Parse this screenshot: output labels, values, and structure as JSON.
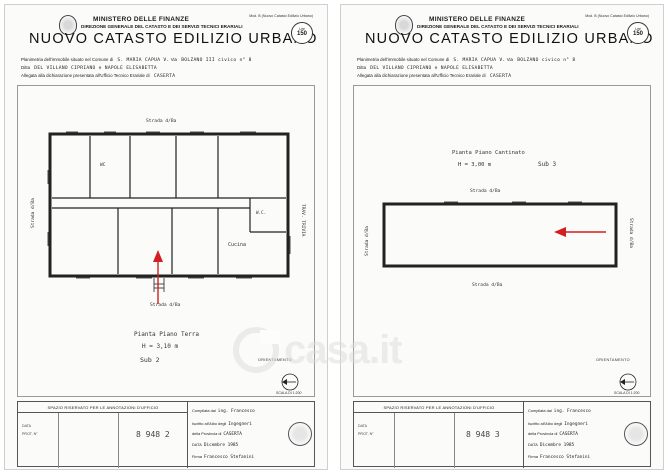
{
  "header": {
    "ministry": "MINISTERO DELLE FINANZE",
    "direction": "DIREZIONE GENERALE DEL CATASTO E DEI SERVIZI TECNICI ERARIALI",
    "title": "NUOVO CATASTO EDILIZIO URBANO",
    "model": "Mod. B (Nuovo Catasto Edilizio Urbano)",
    "price_label": "Lire",
    "price_value": "150"
  },
  "left_sheet": {
    "planimetria_label": "Planimetria dell'immobile situato nel Comune di",
    "comune": "S. MARIA CAPUA V.",
    "via_label": "Via",
    "via": "BOLZANO III civico n° 8",
    "ditta_label": "Ditta",
    "ditta": "DEL VILLANO CIPRIANO e NAPOLE ELISABETTA",
    "allegata_label": "Allegata alla dichiarazione presentata all'Ufficio Tecnico Erariale di",
    "ufficio": "CASERTA",
    "floor_title": "Pianta Piano Terra",
    "floor_height": "H = 3,10 m",
    "sub": "Sub 2",
    "labels": {
      "strada_top": "Strada d/Ba",
      "strada_left": "Strada d/Ba",
      "strada_bottom": "Strada d/Ba",
      "strada_right": "TRAV. TRIVIA",
      "wc_1": "WC",
      "wc_2": "W.C.",
      "cucina": "Cucina"
    }
  },
  "right_sheet": {
    "comune": "S. MARIA CAPUA V.",
    "via": "BOLZANO civico n° 8",
    "ditta": "DEL VILLANO CIPRIANO e NAPOLE ELISABETTA",
    "ufficio": "CASERTA",
    "floor_title": "Pianta Piano Cantinato",
    "floor_height": "H = 3,00 m",
    "sub": "Sub 3",
    "labels": {
      "strada_top": "Strada d/Ba",
      "strada_left": "Strada d/Ba",
      "strada_bottom": "Strada d/Ba",
      "strada_right": "Strada d/Ba"
    }
  },
  "common": {
    "orientamento": "ORIENTAMENTO",
    "scala": "SCALA DI 1:200",
    "spazio_riservato": "SPAZIO RISERVATO PER LE ANNOTAZIONI D'UFFICIO",
    "data_label": "DATA",
    "prot_label": "PROT. N°",
    "compilata_label": "Compilata dal",
    "compilata_by": "ing. Francesco",
    "iscritto_label": "Iscritto all'Albo degli",
    "iscritto_role": "Ingegneri",
    "provincia_label": "della Provincia di",
    "provincia": "CASERTA",
    "data_compilazione_label": "DATA",
    "data_compilazione": "Dicembre 1985",
    "firma_label": "Firma",
    "firma": "Francesco Stefanini",
    "hand_left": "8  948  2",
    "hand_right": "8  948  3"
  },
  "watermark": "casa.it",
  "colors": {
    "paper": "#fbfbfa",
    "ink": "#1a1a1a",
    "arrow": "#d21f1f",
    "watermark": "#dcdcdc"
  }
}
